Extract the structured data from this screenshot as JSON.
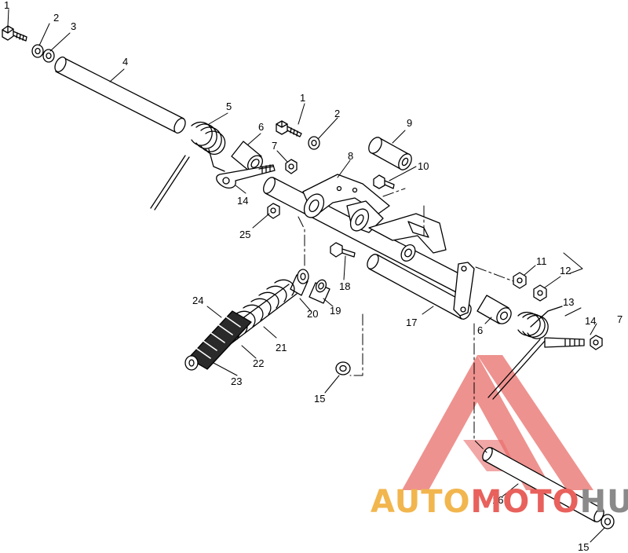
{
  "diagram": {
    "callouts": [
      {
        "id": "c1a",
        "text": "1"
      },
      {
        "id": "c2a",
        "text": "2"
      },
      {
        "id": "c3",
        "text": "3"
      },
      {
        "id": "c4",
        "text": "4"
      },
      {
        "id": "c5",
        "text": "5"
      },
      {
        "id": "c6a",
        "text": "6"
      },
      {
        "id": "c7a",
        "text": "7"
      },
      {
        "id": "c14a",
        "text": "14"
      },
      {
        "id": "c25",
        "text": "25"
      },
      {
        "id": "c1b",
        "text": "1"
      },
      {
        "id": "c2b",
        "text": "2"
      },
      {
        "id": "c8",
        "text": "8"
      },
      {
        "id": "c9",
        "text": "9"
      },
      {
        "id": "c10",
        "text": "10"
      },
      {
        "id": "c11",
        "text": "11"
      },
      {
        "id": "c12",
        "text": "12"
      },
      {
        "id": "c13",
        "text": "13"
      },
      {
        "id": "c14b",
        "text": "14"
      },
      {
        "id": "c7b",
        "text": "7"
      },
      {
        "id": "c6b",
        "text": "6"
      },
      {
        "id": "c17",
        "text": "17"
      },
      {
        "id": "c18",
        "text": "18"
      },
      {
        "id": "c19",
        "text": "19"
      },
      {
        "id": "c20",
        "text": "20"
      },
      {
        "id": "c21",
        "text": "21"
      },
      {
        "id": "c22",
        "text": "22"
      },
      {
        "id": "c23",
        "text": "23"
      },
      {
        "id": "c24",
        "text": "24"
      },
      {
        "id": "c15a",
        "text": "15"
      },
      {
        "id": "c16",
        "text": "16"
      },
      {
        "id": "c15b",
        "text": "15"
      }
    ]
  },
  "watermark": {
    "part1": "AUTO",
    "part2": "MOTO",
    "part3": "HUB",
    "colors": {
      "triangle": "#e86d6a",
      "auto": "#f2b64e",
      "moto": "#e8615c",
      "hub": "#8a8a8a"
    }
  }
}
